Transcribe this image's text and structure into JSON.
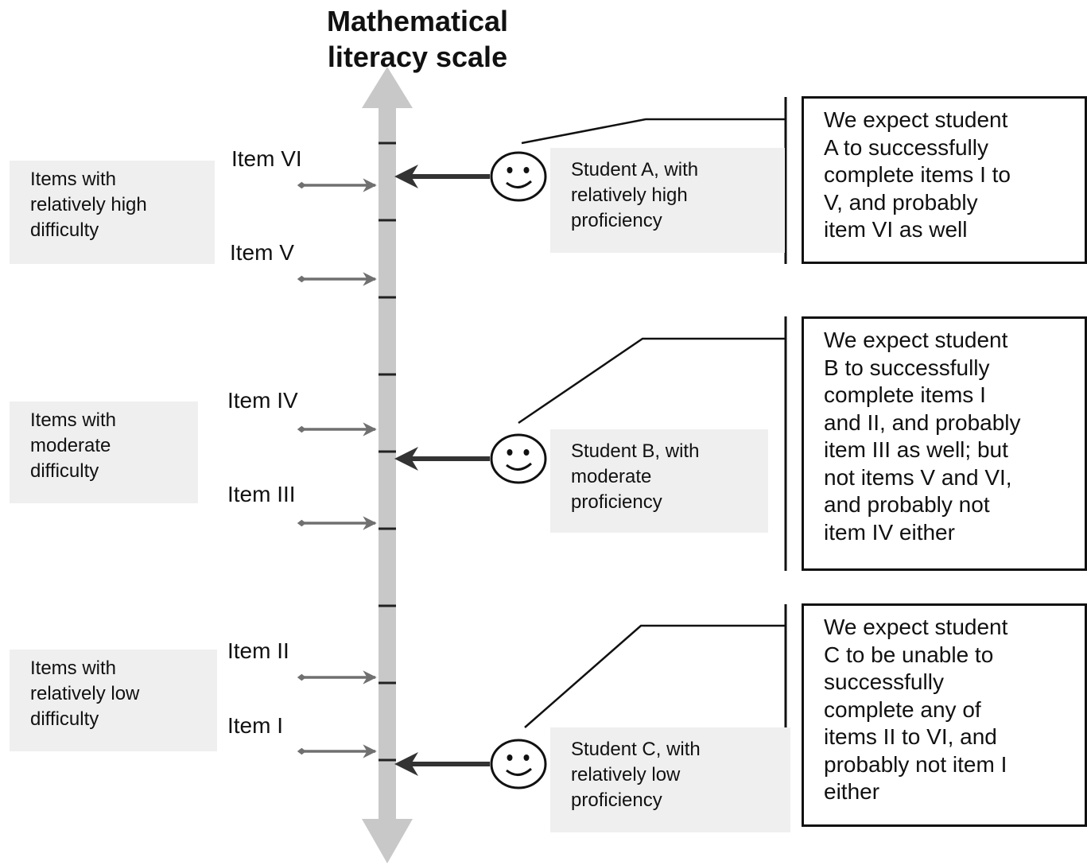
{
  "title": {
    "line1": "Mathematical",
    "line2": "literacy scale"
  },
  "difficulty_groups": [
    {
      "line1": "Items with",
      "line2": "relatively high",
      "line3": "difficulty"
    },
    {
      "line1": "Items with",
      "line2": "moderate",
      "line3": "difficulty"
    },
    {
      "line1": "Items with",
      "line2": "relatively low",
      "line3": "difficulty"
    }
  ],
  "items": [
    "Item VI",
    "Item V",
    "Item IV",
    "Item III",
    "Item II",
    "Item I"
  ],
  "students": [
    {
      "line1": "Student A, with",
      "line2": "relatively high",
      "line3": "proficiency",
      "icon": "smiley-face-icon"
    },
    {
      "line1": "Student B, with",
      "line2": "moderate",
      "line3": "proficiency",
      "icon": "smiley-face-icon"
    },
    {
      "line1": "Student C, with",
      "line2": "relatively low",
      "line3": "proficiency",
      "icon": "smiley-face-icon"
    }
  ],
  "expectations": [
    {
      "lines": [
        "We expect student",
        "A to successfully",
        "complete items I to",
        "V, and probably",
        "item VI as well"
      ]
    },
    {
      "lines": [
        "We expect student",
        "B to successfully",
        "complete items I",
        "and II, and probably",
        "item III as well; but",
        "not items V and VI,",
        "and probably not",
        "item IV either"
      ]
    },
    {
      "lines": [
        "We expect student",
        "C to be unable to",
        "successfully",
        "complete any of",
        "items II to VI, and",
        "probably not item I",
        "either"
      ]
    }
  ],
  "colors": {
    "scale_bar": "#c8c8c8",
    "label_background": "#efefef",
    "item_arrow": "#707070",
    "student_arrow": "#333333"
  }
}
